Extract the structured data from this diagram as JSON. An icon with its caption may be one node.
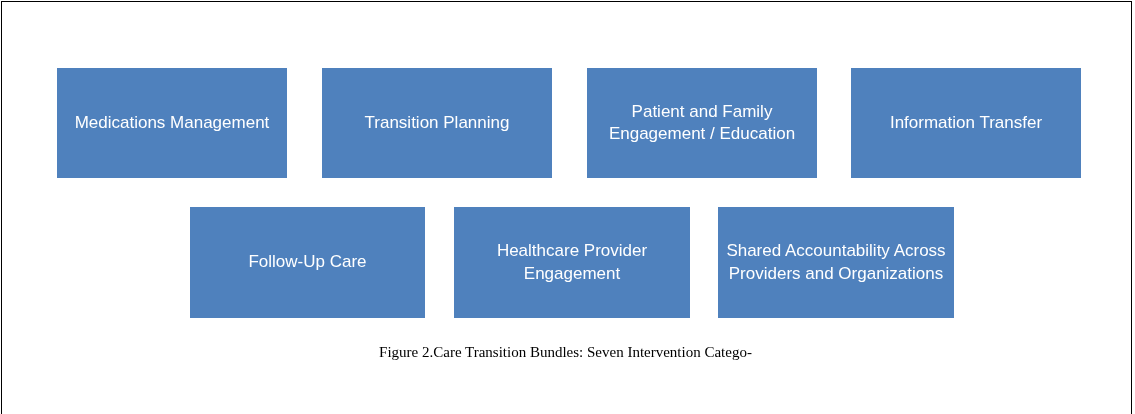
{
  "diagram": {
    "caption": "Figure 2.Care Transition Bundles: Seven Intervention Catego-",
    "nodes": [
      {
        "text": [
          "Medications Management"
        ]
      },
      {
        "text": [
          "Transition Planning"
        ]
      },
      {
        "text": [
          "Patient and Family Engagement / Education"
        ]
      },
      {
        "text": [
          "Information Transfer"
        ]
      },
      {
        "text": [
          "Follow-Up Care"
        ]
      },
      {
        "text": [
          "Healthcare Provider Engagement"
        ]
      },
      {
        "text": [
          "Shared Accountability Across Providers and Organizations"
        ]
      }
    ]
  }
}
